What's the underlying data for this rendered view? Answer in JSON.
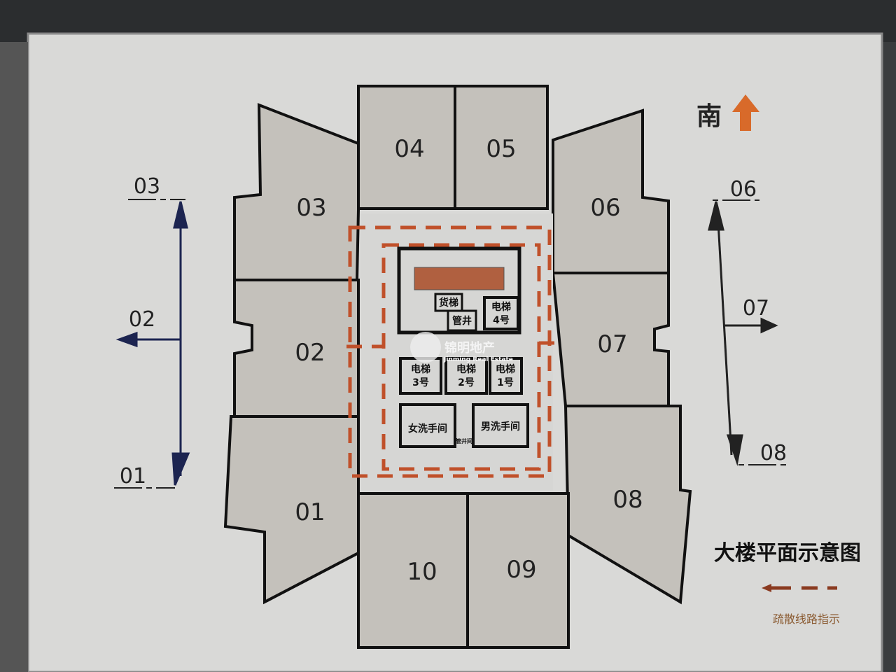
{
  "compass": {
    "label": "南",
    "arrow_color": "#d86a2a"
  },
  "rooms": [
    "01",
    "02",
    "03",
    "04",
    "05",
    "06",
    "07",
    "08",
    "09",
    "10"
  ],
  "side_labels": {
    "left": [
      "03",
      "02",
      "01"
    ],
    "right": [
      "06",
      "07",
      "08"
    ]
  },
  "core": {
    "freight_elevator": "货梯",
    "shaft": "管井",
    "elevator_word": "电梯",
    "elevators": [
      "4号",
      "3号",
      "2号",
      "1号"
    ],
    "womens_restroom": "女洗手间",
    "mens_restroom": "男洗手间",
    "shaft_small": "管井间"
  },
  "logo": {
    "name_cn": "锦明地产",
    "name_en": "Jinming Real Estate"
  },
  "legend": {
    "title": "大楼平面示意图",
    "route_label": "疏散线路指示",
    "route_color": "#c0502a"
  }
}
